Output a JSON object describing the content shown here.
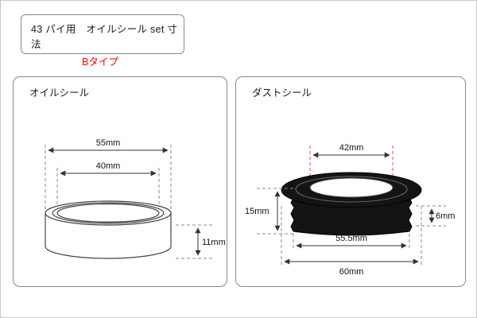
{
  "header": {
    "title": "43 パイ用　オイルシール set 寸法",
    "subtitle": "Bタイプ"
  },
  "oil_seal_panel": {
    "title": "オイルシール",
    "dims": {
      "outer_width": "55mm",
      "inner_width": "40mm",
      "height": "11mm"
    }
  },
  "dust_seal_panel": {
    "title": "ダストシール",
    "dims": {
      "top_inner_width": "42mm",
      "left_height": "15mm",
      "right_height": "6mm",
      "body_width": "55.5mm",
      "flange_width": "60mm"
    }
  },
  "colors": {
    "accent_red": "#ff0000",
    "line": "#333333"
  }
}
